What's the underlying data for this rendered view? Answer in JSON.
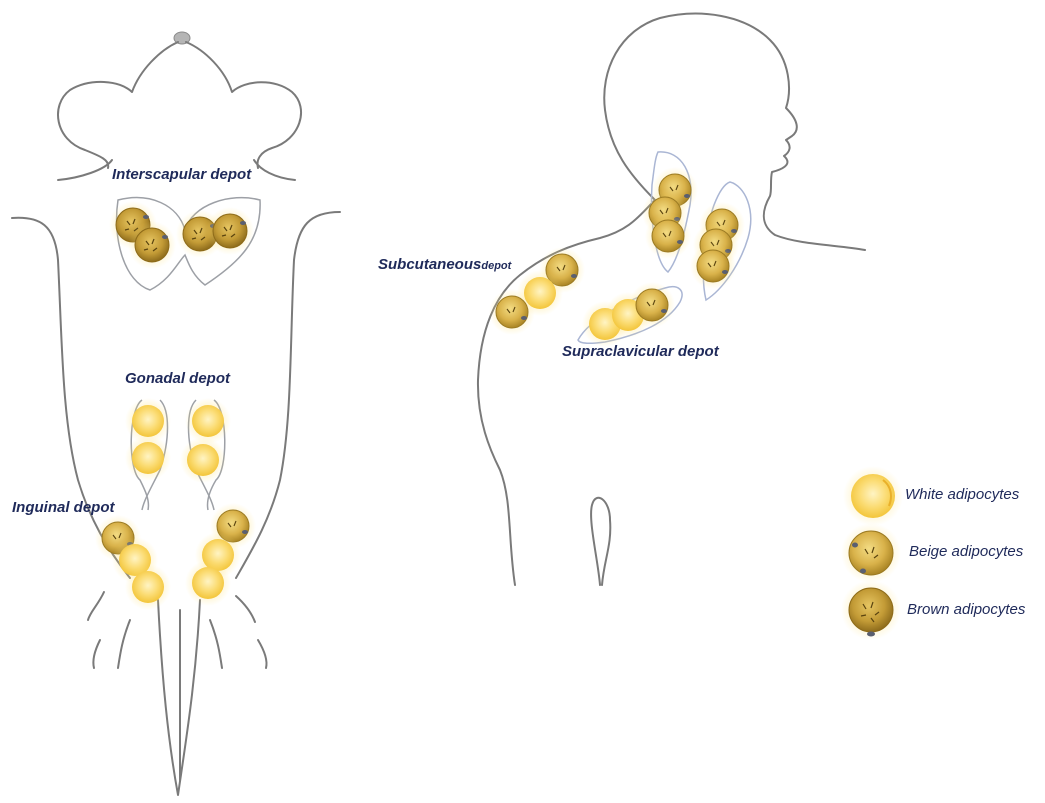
{
  "labels": {
    "interscapular": "Interscapular depot",
    "gonadal": "Gonadal  depot",
    "inguinal": "Inguinal depot",
    "subcutaneous_main": "Subcutaneous",
    "subcutaneous_small": "depot",
    "supraclavicular": "Supraclavicular depot"
  },
  "legend": {
    "white": "White adipocytes",
    "beige": "Beige adipocytes",
    "brown": "Brown adipocytes"
  },
  "colors": {
    "text": "#1f2a5a",
    "outline": "#7a7a7a",
    "white_cell": "#f9d45c",
    "brown_cell": "#b98f2c",
    "beige_cell": "#e0b84a"
  }
}
